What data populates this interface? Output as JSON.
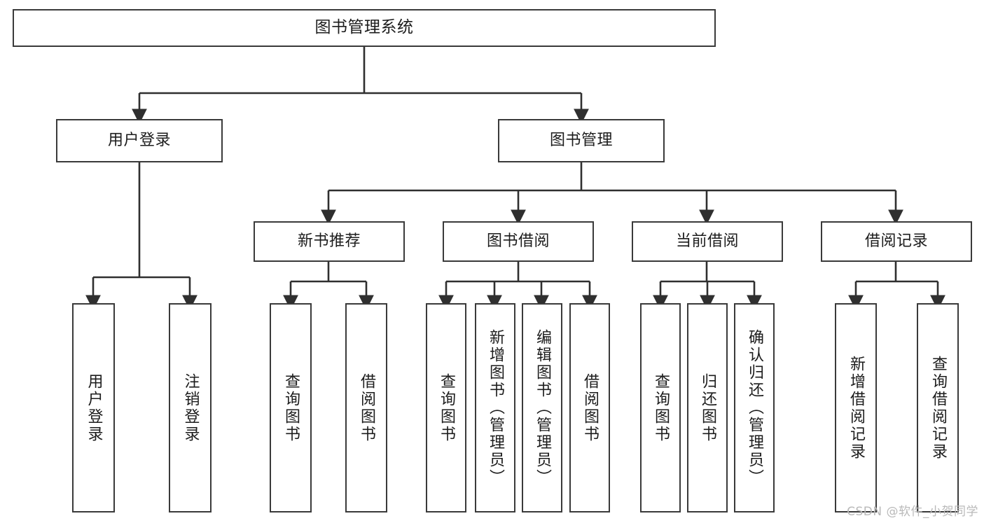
{
  "diagram": {
    "title": "图书管理系统",
    "type": "tree-hierarchy-chart",
    "root": {
      "label": "图书管理系统"
    },
    "level1": [
      {
        "label": "用户登录"
      },
      {
        "label": "图书管理"
      }
    ],
    "level2": [
      {
        "label": "新书推荐"
      },
      {
        "label": "图书借阅"
      },
      {
        "label": "当前借阅"
      },
      {
        "label": "借阅记录"
      }
    ],
    "leaves": {
      "user_login": [
        {
          "label": "用户登录"
        },
        {
          "label": "注销登录"
        }
      ],
      "new_book_recommend": [
        {
          "label": "查询图书"
        },
        {
          "label": "借阅图书"
        }
      ],
      "book_borrow": [
        {
          "label": "查询图书"
        },
        {
          "label": "新增图书（管理员）"
        },
        {
          "label": "编辑图书（管理员）"
        },
        {
          "label": "借阅图书"
        }
      ],
      "current_borrow": [
        {
          "label": "查询图书"
        },
        {
          "label": "归还图书"
        },
        {
          "label": "确认归还（管理员）"
        }
      ],
      "borrow_record": [
        {
          "label": "新增借阅记录"
        },
        {
          "label": "查询借阅记录"
        }
      ]
    }
  },
  "watermark": {
    "text": "CSDN @软件_小贺同学"
  },
  "colors": {
    "box_border": "#3a3a3a",
    "box_fill": "#ffffff",
    "edge": "#2f2f2f",
    "text": "#1c1c1c",
    "watermark": "#b9b9b9",
    "background": "#ffffff"
  }
}
